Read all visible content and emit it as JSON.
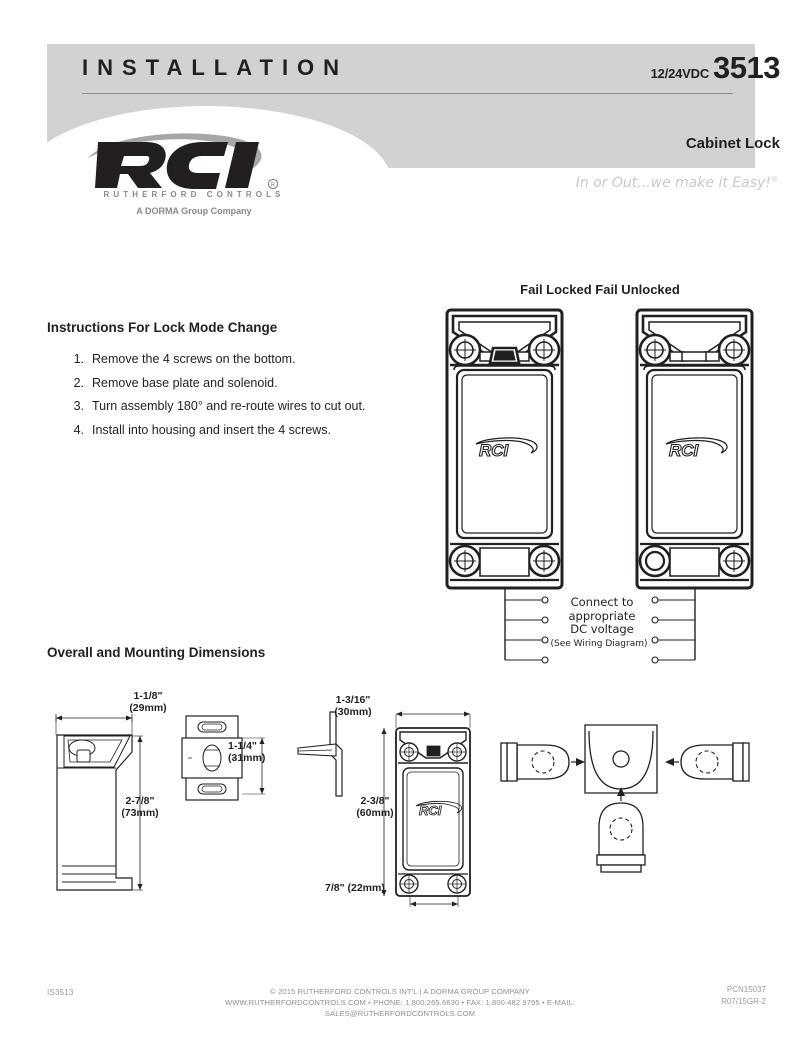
{
  "header": {
    "install_title": "INSTALLATION",
    "model_voltage": "12/24VDC",
    "model_number": "3513",
    "product_name": "Cabinet Lock",
    "tagline": "In or Out...we make it Easy!",
    "band_color": "#d2d2d2"
  },
  "logo": {
    "wordmark": "RCI",
    "company": "RUTHERFORD CONTROLS",
    "parent": "A DORMA Group Company"
  },
  "instructions": {
    "heading": "Instructions For Lock Mode Change",
    "steps": [
      {
        "num": "1.",
        "text": "Remove the 4 screws on the bottom."
      },
      {
        "num": "2.",
        "text": "Remove base plate and solenoid."
      },
      {
        "num": "3.",
        "text": "Turn assembly 180° and re-route wires to cut out."
      },
      {
        "num": "4.",
        "text": "Install into housing and insert the 4 screws."
      }
    ]
  },
  "lock_modes": {
    "label": "Fail Locked Fail Unlocked",
    "left_mode": "Fail Locked",
    "right_mode": "Fail Unlocked",
    "body_logo": "RCI"
  },
  "wiring": {
    "line1": "Connect to",
    "line2": "appropriate",
    "line3": "DC voltage",
    "note": "(See Wiring Diagram)"
  },
  "dimensions": {
    "heading": "Overall and Mounting Dimensions",
    "side_width_in": "1-1/8\"",
    "side_width_mm": "(29mm)",
    "side_height_in": "2-7/8\"",
    "side_height_mm": "(73mm)",
    "strike_height_in": "1-1/4\"",
    "strike_height_mm": "(31mm)",
    "lock_width_in": "1-3/16\"",
    "lock_width_mm": "(30mm)",
    "lock_height_in": "2-3/8\"",
    "lock_height_mm": "(60mm)",
    "lock_depth": "7/8\" (22mm)",
    "lock_face_logo": "RCI"
  },
  "footer": {
    "doc_id": "IS3513",
    "copyright": "© 2015 RUTHERFORD CONTROLS INT'L | A DORMA GROUP COMPANY",
    "contact": "WWW.RUTHERFORDCONTROLS.COM • PHONE: 1.800.265.6630 • FAX: 1.800.482.9795 • E-MAIL: SALES@RUTHERFORDCONTROLS.COM",
    "pcn": "PCN15037",
    "revision": "R07/15GR-2"
  }
}
